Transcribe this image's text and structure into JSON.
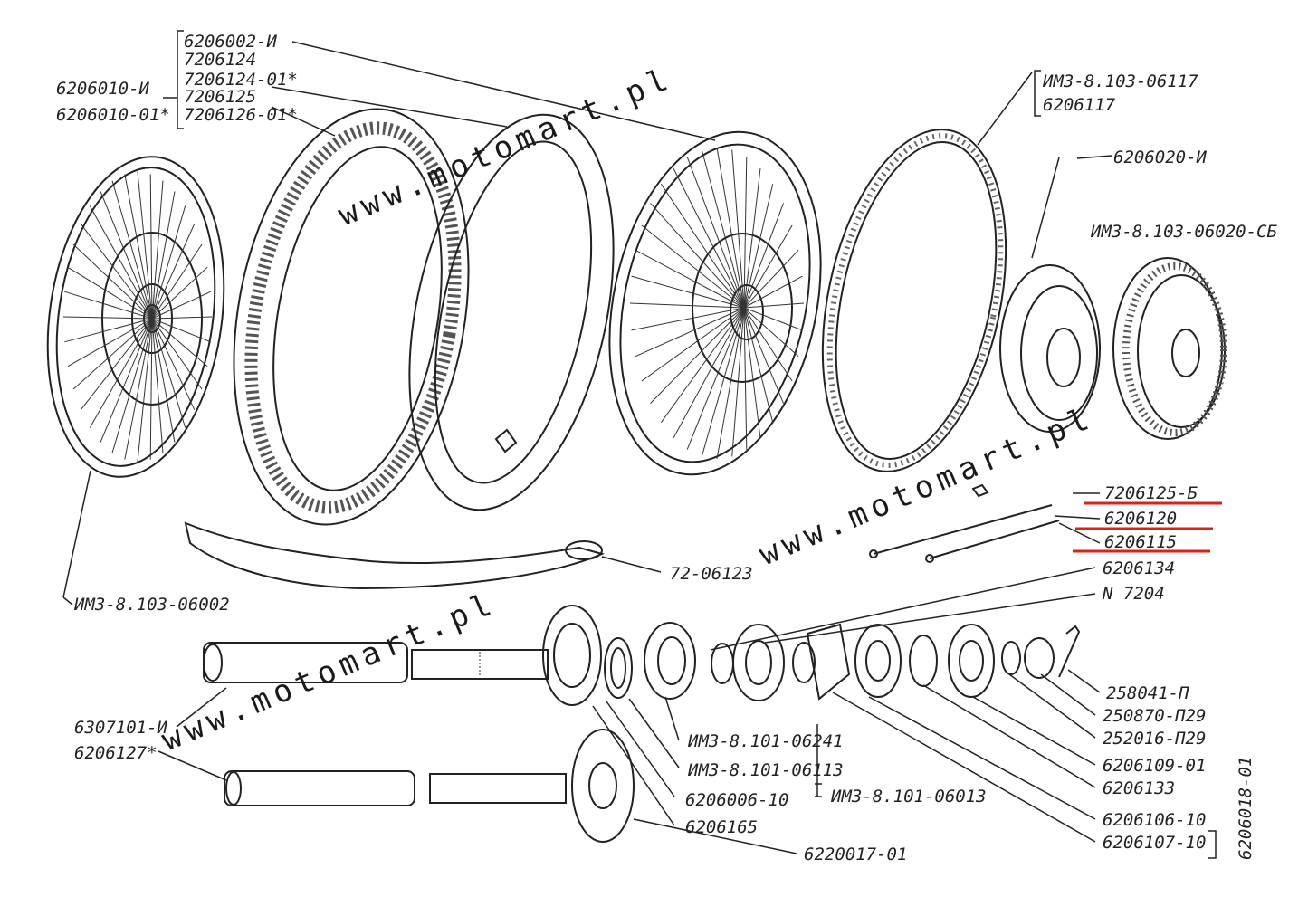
{
  "accent": "#e02010",
  "watermark": "www.motomart.pl",
  "labels": {
    "l6206002": "6206002-И",
    "l7206124": "7206124",
    "l7206124_01": "7206124-01*",
    "l7206125": "7206125",
    "l7206126_01": "7206126-01*",
    "l6206010": "6206010-И",
    "l6206010_01": "6206010-01*",
    "l_imz06117": "ИМЗ-8.103-06117",
    "l6206117": "6206117",
    "l6206020": "6206020-И",
    "l_imz06020": "ИМЗ-8.103-06020-СБ",
    "l7206125_b": "7206125-Б",
    "l6206120": "6206120",
    "l6206115": "6206115",
    "l6206134": "6206134",
    "lN7204": "N 7204",
    "l72_06123": "72-06123",
    "l_imz06002": "ИМЗ-8.103-06002",
    "l258041": "258041-П",
    "l250870": "250870-П29",
    "l252016": "252016-П29",
    "l6206109_01": "6206109-01",
    "l6206133": "6206133",
    "l6206106_10": "6206106-10",
    "l6206107_10": "6206107-10",
    "l6206018_01": "6206018-01",
    "l6307101": "6307101-И",
    "l6206127": "6206127*",
    "l_imz06241": "ИМЗ-8.101-06241",
    "l_imz06113": "ИМЗ-8.101-06113",
    "l6206006_10": "6206006-10",
    "l_imz06013": "ИМЗ-8.101-06013",
    "l6206165": "6206165",
    "l6220017_01": "6220017-01"
  }
}
